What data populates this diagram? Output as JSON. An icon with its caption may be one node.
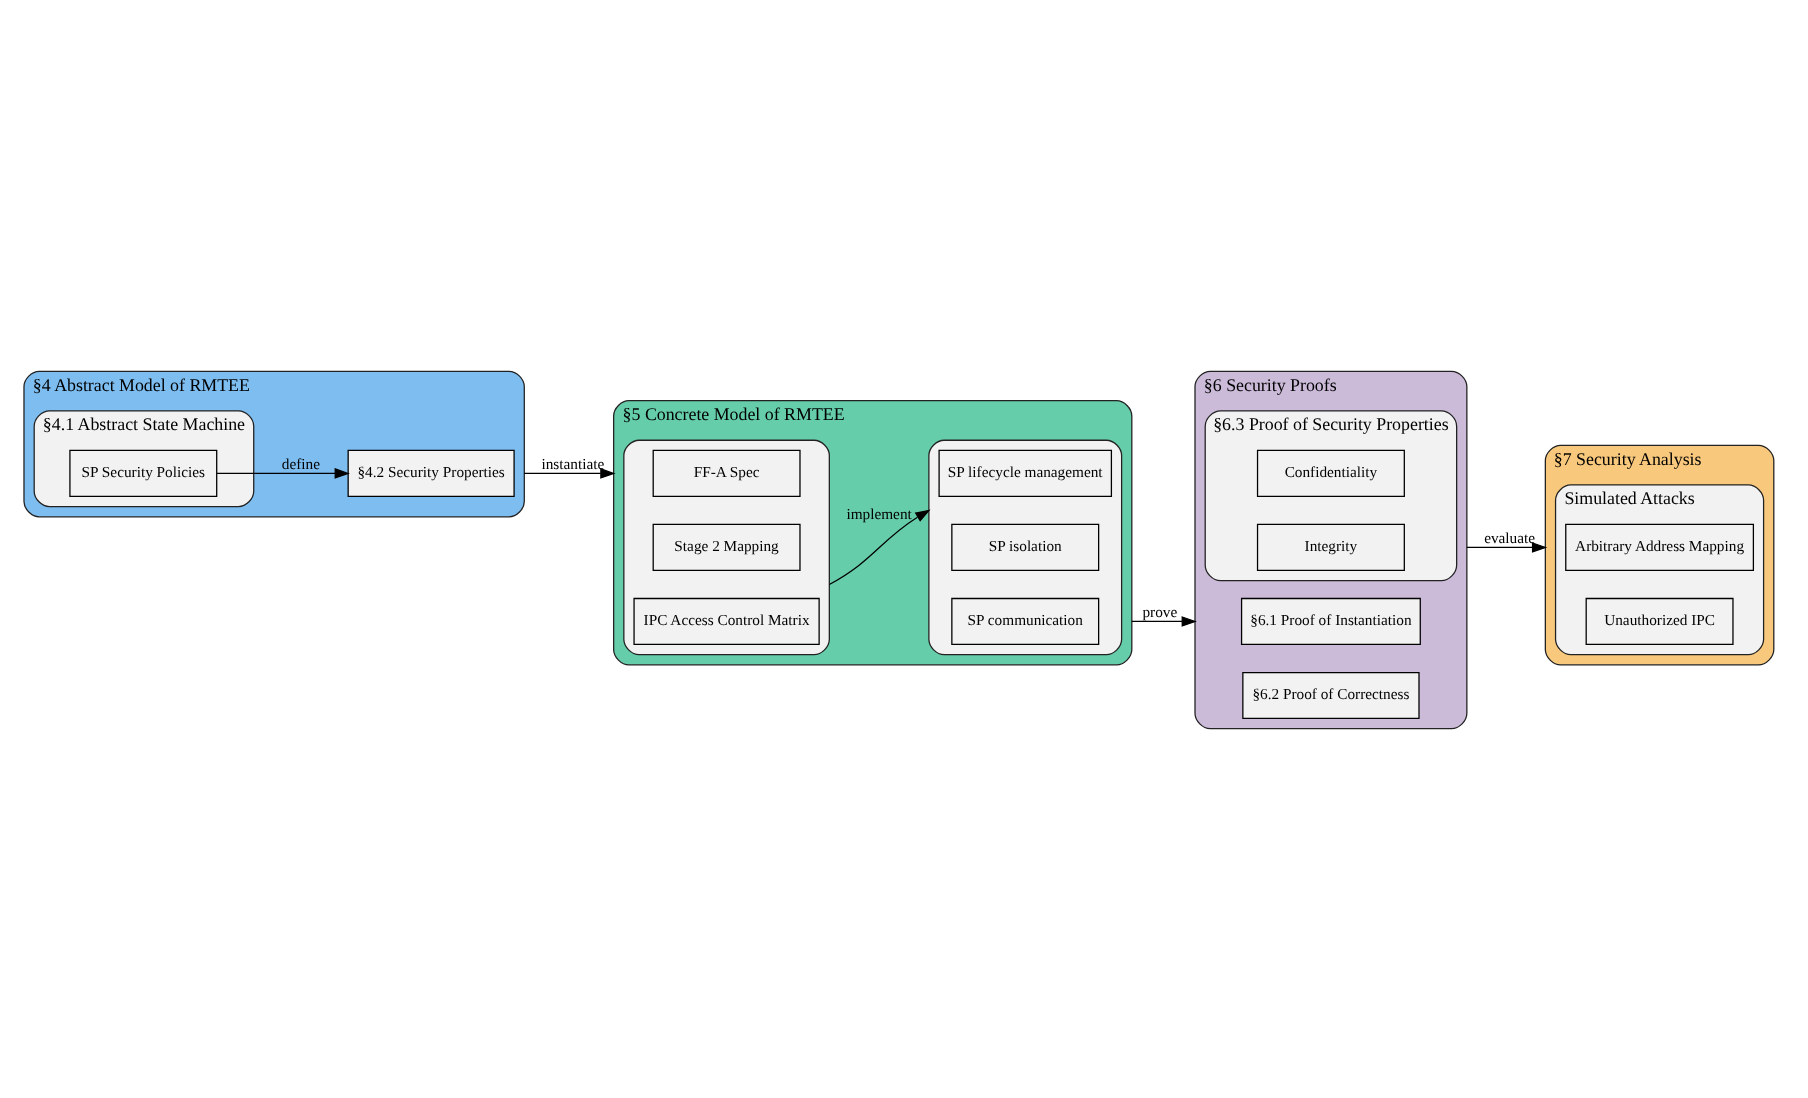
{
  "diagram": {
    "nodes": [
      {
        "text": [
          "§4 Abstract Model of RMTEE"
        ]
      },
      {
        "text": [
          "§4.1 Abstract State Machine"
        ],
        "in": 0
      },
      {
        "text": [
          "SP Security Policies"
        ],
        "in": 1
      },
      {
        "text": [
          "§4.2 Security Properties"
        ],
        "in": 0
      },
      {
        "text": [
          "§5 Concrete Model of RMTEE"
        ]
      },
      {
        "text": [],
        "shape": "box",
        "in": 4
      },
      {
        "text": [
          "FF-A Spec"
        ],
        "in": 5
      },
      {
        "text": [
          "Stage 2 Mapping"
        ],
        "in": 5
      },
      {
        "text": [
          "IPC Access Control Matrix"
        ],
        "in": 5
      },
      {
        "text": [],
        "shape": "box",
        "in": 4
      },
      {
        "text": [
          "SP lifecycle management"
        ],
        "in": 9
      },
      {
        "text": [
          "SP isolation"
        ],
        "in": 9
      },
      {
        "text": [
          "SP communication"
        ],
        "in": 9
      },
      {
        "text": [
          "§6 Security Proofs"
        ]
      },
      {
        "text": [
          "§6.1 Proof of Instantiation"
        ],
        "in": 13
      },
      {
        "text": [
          "§6.2 Proof of Correctness"
        ],
        "in": 13
      },
      {
        "text": [
          "§6.3 Proof of Security Properties"
        ],
        "in": 13
      },
      {
        "text": [
          "Confidentiality"
        ],
        "in": 16
      },
      {
        "text": [
          "Integrity"
        ],
        "in": 16
      },
      {
        "text": [
          "§7 Security Analysis"
        ]
      },
      {
        "text": [
          "Simulated Attacks"
        ],
        "in": 19
      },
      {
        "text": [
          "Arbitrary Address Mapping"
        ],
        "in": 20
      },
      {
        "text": [
          "Unauthorized IPC"
        ],
        "in": 20
      }
    ],
    "edges": [
      {
        "from": 2,
        "to": 3,
        "arrow": "to",
        "label": "define"
      },
      {
        "from": 0,
        "to": 4,
        "arrow": "to",
        "label": "instantiate"
      },
      {
        "from": 5,
        "to": 9,
        "arrow": "to",
        "label": "implement"
      },
      {
        "from": 4,
        "to": 13,
        "arrow": "to",
        "label": "prove"
      },
      {
        "from": 13,
        "to": 19,
        "arrow": "to",
        "label": "evaluate"
      }
    ]
  }
}
